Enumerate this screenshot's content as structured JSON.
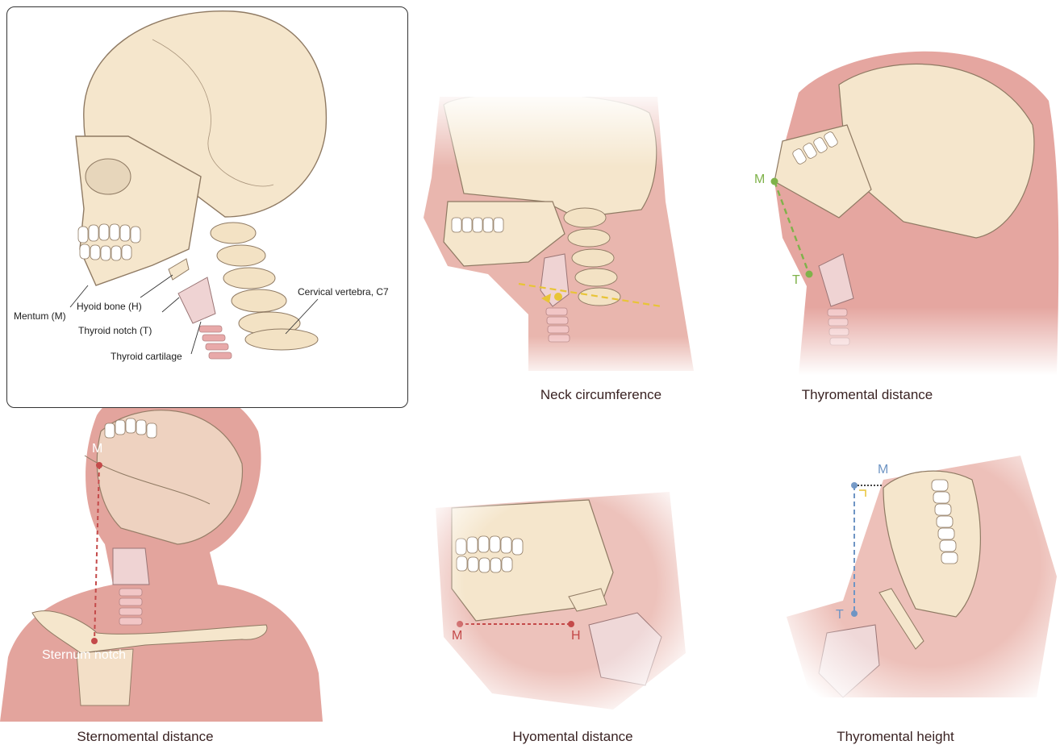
{
  "inset": {
    "labels": {
      "mentum": "Mentum (M)",
      "hyoid": "Hyoid bone (H)",
      "thyroid_notch": "Thyroid notch (T)",
      "thyroid_cartilage": "Thyroid cartilage",
      "cervical": "Cervical vertebra, C7"
    }
  },
  "panels": {
    "neck_circumference": {
      "caption": "Neck circumference"
    },
    "thyromental_distance": {
      "caption": "Thyromental distance",
      "point_m": "M",
      "point_t": "T"
    },
    "sternomental_distance": {
      "caption": "Sternomental distance",
      "point_m": "M",
      "point_sternum": "Sternum notch"
    },
    "hyomental_distance": {
      "caption": "Hyomental distance",
      "point_m": "M",
      "point_h": "H"
    },
    "thyromental_height": {
      "caption": "Thyromental height",
      "point_m": "M",
      "point_t": "T"
    }
  },
  "colors": {
    "skin": "#e8b4ad",
    "skin_dark": "#d98f88",
    "bone": "#f5e6cc",
    "bone_outline": "#8f7a63",
    "trachea": "#f2c6c6",
    "yellow_marker": "#e8c436",
    "green_marker": "#7fb24a",
    "red_marker": "#c44a4a",
    "blue_marker": "#6f95c4",
    "caption_text": "#3a2323"
  }
}
